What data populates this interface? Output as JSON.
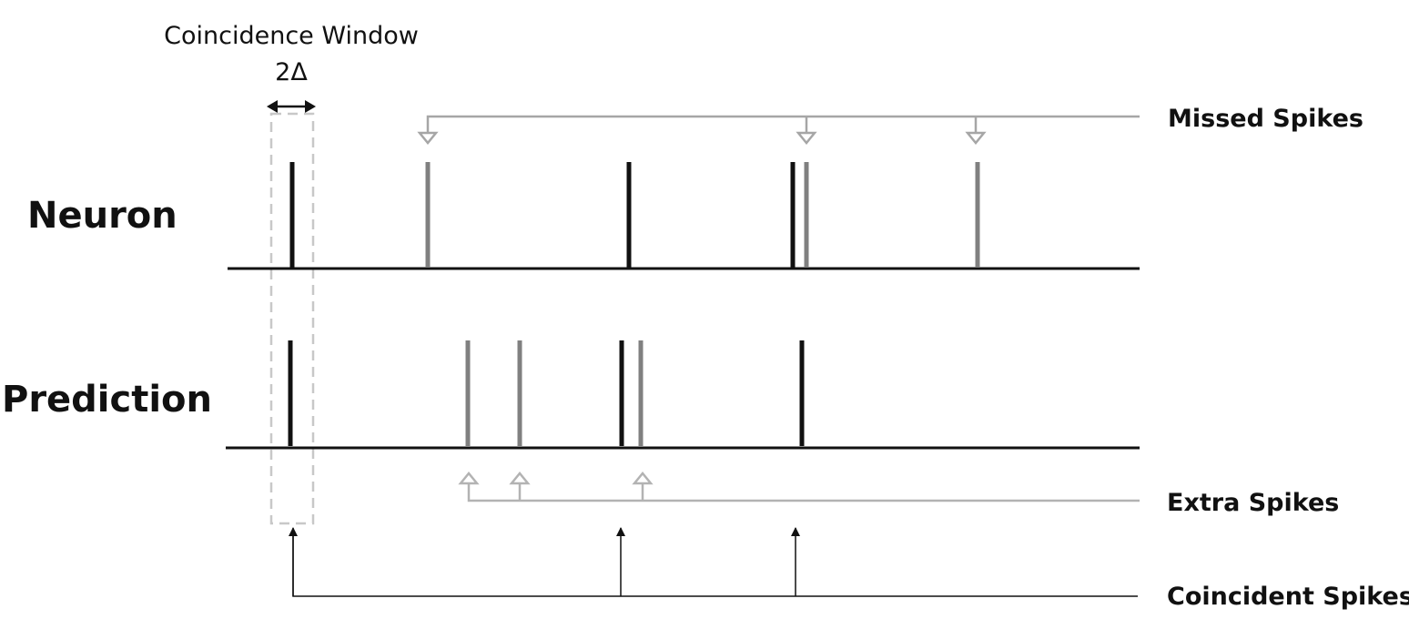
{
  "labels": {
    "neuron": "Neuron",
    "prediction": "Prediction",
    "window_title": "Coincidence Window",
    "window_symbol": "2Δ",
    "missed": "Missed Spikes",
    "extra": "Extra Spikes",
    "coincident": "Coincident Spikes"
  },
  "colors": {
    "coincident_spike": "#111111",
    "unmatched_spike": "#808080",
    "baseline": "#111111",
    "missed_connector": "#a6a6a6",
    "extra_connector": "#b3b3b3",
    "coincident_connector": "#111111",
    "window_outline": "#c8c8c8"
  },
  "spike_trains": {
    "neuron": {
      "coincident": [
        321,
        691,
        871
      ],
      "missed": [
        470,
        886,
        1074
      ]
    },
    "prediction": {
      "coincident": [
        319,
        683,
        881
      ],
      "extra": [
        514,
        571,
        704
      ]
    }
  },
  "coincident_pointers": [
    322,
    682,
    874
  ],
  "missed_pointers": [
    470,
    886,
    1072
  ],
  "extra_pointers": [
    515,
    571,
    706
  ]
}
